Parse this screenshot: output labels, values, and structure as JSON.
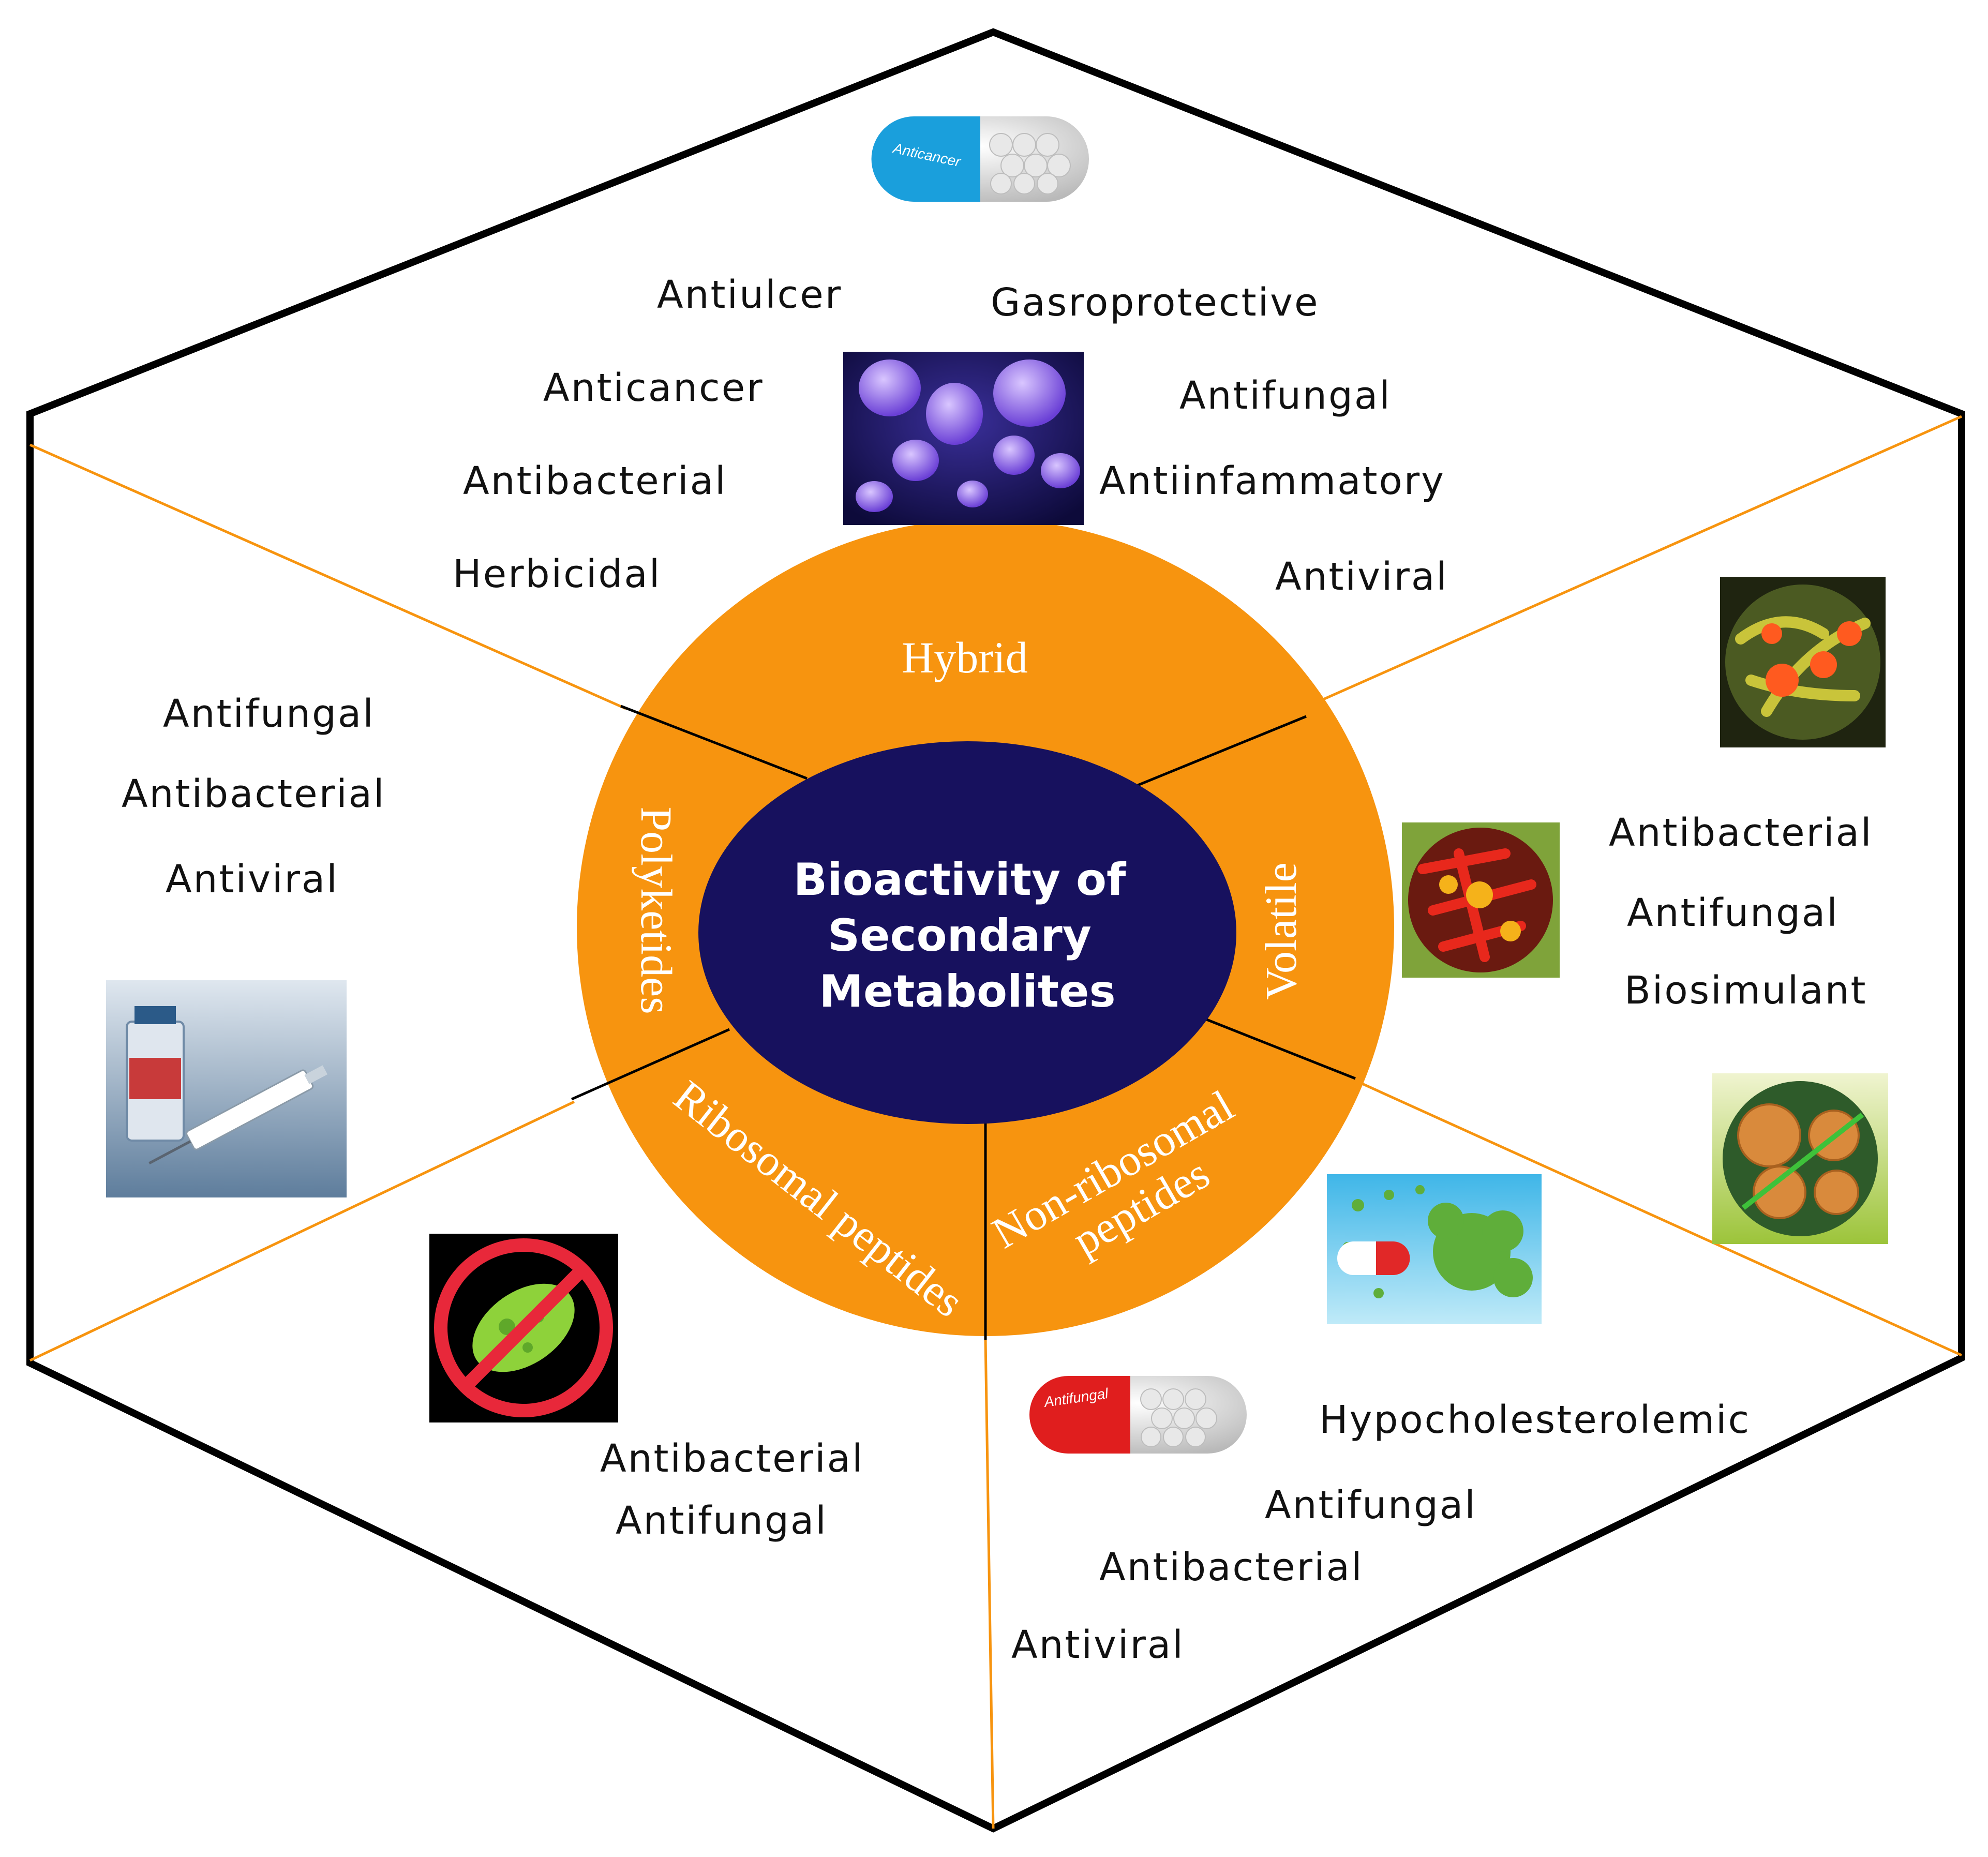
{
  "center_title": [
    "Bioactivity of",
    "Secondary",
    "Metabolites"
  ],
  "segments": {
    "hybrid": "Hybrid",
    "volatile": "Volatile",
    "polyketides": "Polyketides",
    "ribosomal": "Ribosomal peptides",
    "nonribosomal": [
      "Non-ribosomal",
      "peptides"
    ]
  },
  "activities": {
    "top_left": [
      "Antiulcer",
      "Anticancer",
      "Antibacterial",
      "Herbicidal"
    ],
    "top_right": [
      "Gasroprotective",
      "Antifungal",
      "Antiinfammatory",
      "Antiviral"
    ],
    "left": [
      "Antifungal",
      "Antibacterial",
      "Antiviral"
    ],
    "right": [
      "Antibacterial",
      "Antifungal",
      "Biosimulant"
    ],
    "bottom_left": [
      "Antibacterial",
      "Antifungal"
    ],
    "bottom_right": [
      "Hypocholesterolemic",
      "Antifungal",
      "Antibacterial",
      "Antiviral"
    ]
  },
  "pill_labels": {
    "anticancer": "Anticancer",
    "antifungal": "Antifungal"
  },
  "colors": {
    "orange": "#F7940F",
    "navy": "#17115E",
    "outline": "#000000"
  }
}
